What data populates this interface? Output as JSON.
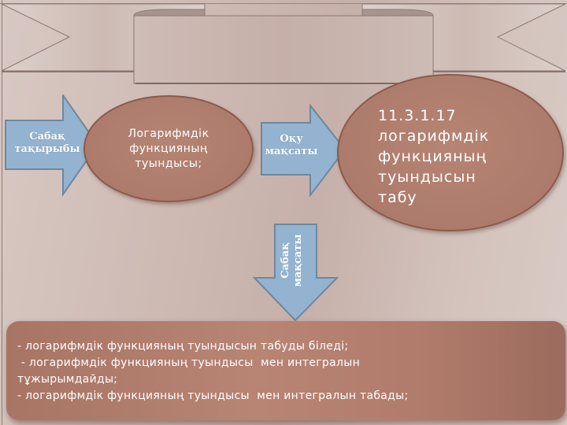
{
  "slide": {
    "banner": {
      "title": ""
    },
    "topic_arrow": {
      "label_line1": "Сабақ",
      "label_line2": "тақырыбы"
    },
    "topic_ellipse": {
      "line1": "Логарифмдік",
      "line2": "функцияның",
      "line3": "туындысы;"
    },
    "objective_arrow": {
      "label_line1": "Оқу",
      "label_line2": "мақсаты"
    },
    "objective_ellipse": {
      "line1": "11.3.1.17",
      "line2": "логарифмдік",
      "line3": "функцияның",
      "line4": "туындысын",
      "line5": "табу"
    },
    "lesson_goal_arrow": {
      "label_line1": "Сабақ",
      "label_line2": "мақсаты"
    },
    "goals_box": {
      "lines": [
        "- логарифмдік функцияның туындысын табуды біледі;",
        " - логарифмдік функцияның туындысы  мен интегралын",
        "тұжырымдайды;",
        "- логарифмдік функцияның туындысы  мен интегралын табады;"
      ]
    },
    "colors": {
      "arrow_fill": "#93b3d0",
      "arrow_stroke": "#6f879c",
      "ellipse_fill": "#b07e6e",
      "ellipse_stroke": "#8a5a4c",
      "background": "#cdb9b2"
    }
  }
}
